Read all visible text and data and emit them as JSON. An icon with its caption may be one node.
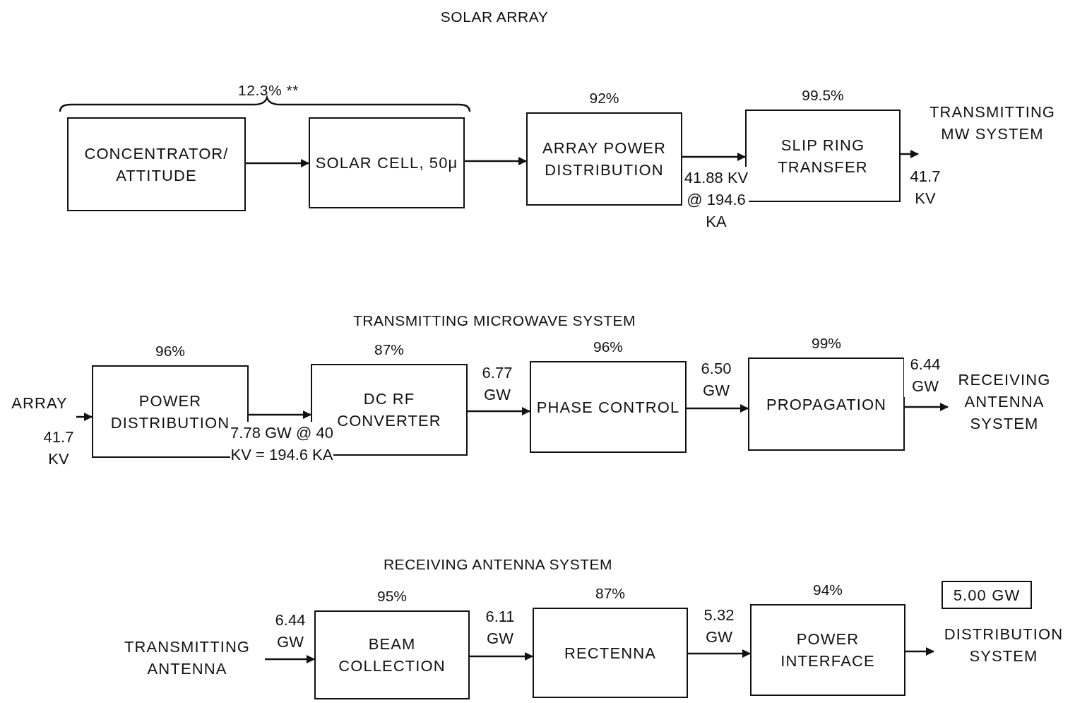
{
  "diagram": {
    "nodes": [
      {
        "text": [
          "CONCENTRATOR/ ATTITUDE"
        ]
      },
      {
        "text": [
          "SOLAR CELL, 50μ"
        ]
      },
      {
        "text": [
          "ARRAY POWER DISTRIBUTION"
        ],
        "beside": [
          "92%"
        ]
      },
      {
        "text": [
          "SLIP RING TRANSFER"
        ],
        "beside": [
          "99.5%"
        ]
      },
      {
        "text": [
          "TRANSMITTING MW SYSTEM"
        ]
      },
      {
        "text": [
          "ARRAY"
        ]
      },
      {
        "text": [
          "POWER DISTRIBUTION"
        ],
        "beside": [
          "96%"
        ]
      },
      {
        "text": [
          "DC RF CONVERTER"
        ],
        "beside": [
          "87%"
        ]
      },
      {
        "text": [
          "PHASE CONTROL"
        ],
        "beside": [
          "96%"
        ]
      },
      {
        "text": [
          "PROPAGATION"
        ],
        "beside": [
          "99%"
        ]
      },
      {
        "text": [
          "RECEIVING ANTENNA SYSTEM"
        ]
      },
      {
        "text": [
          "TRANSMITTING ANTENNA"
        ]
      },
      {
        "text": [
          "BEAM COLLECTION"
        ],
        "beside": [
          "95%"
        ]
      },
      {
        "text": [
          "RECTENNA"
        ],
        "beside": [
          "87%"
        ]
      },
      {
        "text": [
          "POWER INTERFACE"
        ],
        "beside": [
          "94%"
        ]
      },
      {
        "text": [
          "5.00 GW"
        ]
      },
      {
        "text": [
          "DISTRIBUTION SYSTEM"
        ]
      }
    ],
    "edges": [
      {
        "from": 0,
        "to": 1,
        "arrow": "to"
      },
      {
        "from": 1,
        "to": 2,
        "arrow": "to"
      },
      {
        "from": 2,
        "to": 3,
        "arrow": "to",
        "label": "41.88 KV @ 194.6 KA"
      },
      {
        "from": 3,
        "to": 4,
        "arrow": "to",
        "label": "41.7 KV"
      },
      {
        "from": 5,
        "to": 6,
        "arrow": "to",
        "label": "41.7 KV"
      },
      {
        "from": 6,
        "to": 7,
        "arrow": "to",
        "label": "7.78 GW @ 40 KV = 194.6 KA"
      },
      {
        "from": 7,
        "to": 8,
        "arrow": "to",
        "label": "6.77 GW"
      },
      {
        "from": 8,
        "to": 9,
        "arrow": "to",
        "label": "6.50 GW"
      },
      {
        "from": 9,
        "to": 10,
        "arrow": "to",
        "label": "6.44 GW"
      },
      {
        "from": 11,
        "to": 12,
        "arrow": "to",
        "label": "6.44 GW"
      },
      {
        "from": 12,
        "to": 13,
        "arrow": "to",
        "label": "6.11 GW"
      },
      {
        "from": 13,
        "to": 14,
        "arrow": "to",
        "label": "5.32 GW"
      },
      {
        "from": 14,
        "to": 16,
        "arrow": "to"
      }
    ],
    "labels": [
      "SOLAR ARRAY",
      "12.3% **",
      "TRANSMITTING MICROWAVE SYSTEM",
      "RECEIVING ANTENNA SYSTEM"
    ]
  }
}
